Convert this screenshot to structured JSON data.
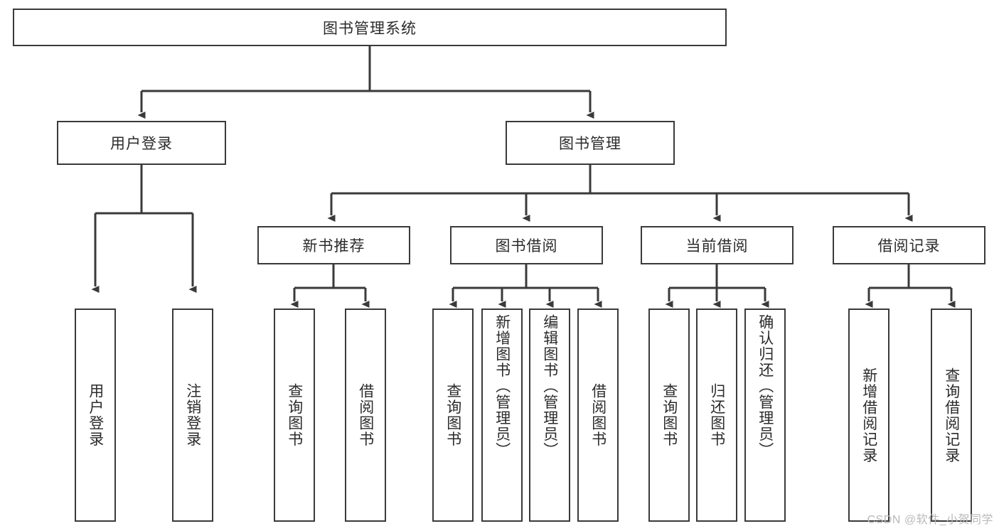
{
  "diagram": {
    "type": "tree-hierarchy",
    "title": "图书管理系统",
    "watermark": "CSDN @软件_小贺同学",
    "colors": {
      "stroke": "#3a3a3a",
      "text": "#2b2b2b",
      "background": "#ffffff",
      "watermark": "#b9b9b9"
    },
    "levels": {
      "root": "图书管理系统",
      "level2": [
        "用户登录",
        "图书管理"
      ],
      "level3": [
        "新书推荐",
        "图书借阅",
        "当前借阅",
        "借阅记录"
      ]
    },
    "nodes": {
      "root": {
        "label": "图书管理系统"
      },
      "user_login": {
        "label": "用户登录"
      },
      "book_manage": {
        "label": "图书管理"
      },
      "new_book_rec": {
        "label": "新书推荐"
      },
      "book_borrow": {
        "label": "图书借阅"
      },
      "current_borrow": {
        "label": "当前借阅"
      },
      "borrow_record": {
        "label": "借阅记录"
      },
      "leaf_user_login": {
        "label": "用户登录"
      },
      "leaf_logout": {
        "label": "注销登录"
      },
      "leaf_query_book_a": {
        "label": "查询图书"
      },
      "leaf_borrow_book_a": {
        "label": "借阅图书"
      },
      "leaf_query_book_b": {
        "label": "查询图书"
      },
      "leaf_add_book": {
        "label": "新增图书（管理员）"
      },
      "leaf_edit_book": {
        "label": "编辑图书（管理员）"
      },
      "leaf_borrow_book_b": {
        "label": "借阅图书"
      },
      "leaf_query_book_c": {
        "label": "查询图书"
      },
      "leaf_return_book": {
        "label": "归还图书"
      },
      "leaf_confirm_return": {
        "label": "确认归还（管理员）"
      },
      "leaf_add_record": {
        "label": "新增借阅记录"
      },
      "leaf_query_record": {
        "label": "查询借阅记录"
      }
    },
    "edges": [
      {
        "from": "root",
        "to": "user_login"
      },
      {
        "from": "root",
        "to": "book_manage"
      },
      {
        "from": "user_login",
        "to": "leaf_user_login"
      },
      {
        "from": "user_login",
        "to": "leaf_logout"
      },
      {
        "from": "book_manage",
        "to": "new_book_rec"
      },
      {
        "from": "book_manage",
        "to": "book_borrow"
      },
      {
        "from": "book_manage",
        "to": "current_borrow"
      },
      {
        "from": "book_manage",
        "to": "borrow_record"
      },
      {
        "from": "new_book_rec",
        "to": "leaf_query_book_a"
      },
      {
        "from": "new_book_rec",
        "to": "leaf_borrow_book_a"
      },
      {
        "from": "book_borrow",
        "to": "leaf_query_book_b"
      },
      {
        "from": "book_borrow",
        "to": "leaf_add_book"
      },
      {
        "from": "book_borrow",
        "to": "leaf_edit_book"
      },
      {
        "from": "book_borrow",
        "to": "leaf_borrow_book_b"
      },
      {
        "from": "current_borrow",
        "to": "leaf_query_book_c"
      },
      {
        "from": "current_borrow",
        "to": "leaf_return_book"
      },
      {
        "from": "current_borrow",
        "to": "leaf_confirm_return"
      },
      {
        "from": "borrow_record",
        "to": "leaf_add_record"
      },
      {
        "from": "borrow_record",
        "to": "leaf_query_record"
      }
    ]
  }
}
